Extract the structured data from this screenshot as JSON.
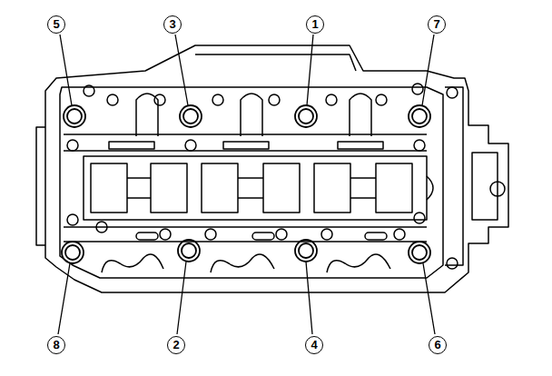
{
  "diagram": {
    "labels": [
      "5",
      "3",
      "1",
      "7",
      "8",
      "2",
      "4",
      "6"
    ]
  }
}
